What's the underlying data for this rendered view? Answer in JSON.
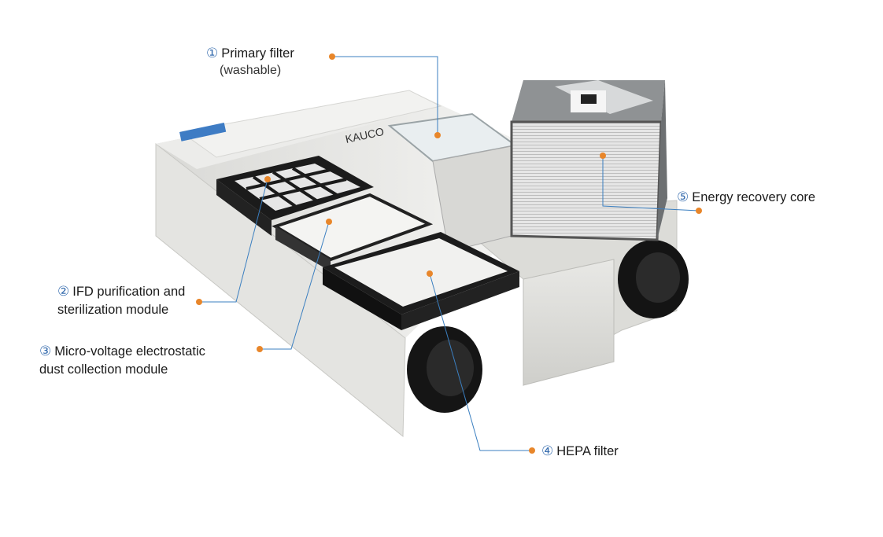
{
  "callouts": [
    {
      "num": "①",
      "text": "Primary filter",
      "sub": "(washable)"
    },
    {
      "num": "②",
      "text": "IFD purification and",
      "line2": "sterilization module"
    },
    {
      "num": "③",
      "text": "Micro-voltage electrostatic",
      "line2": "dust collection module"
    },
    {
      "num": "④",
      "text": "HEPA filter"
    },
    {
      "num": "⑤",
      "text": "Energy recovery core"
    }
  ],
  "brand": "KAUCO",
  "colors": {
    "leader": "#3b7fc0",
    "dot": "#e8862a",
    "number": "#3a6fb0"
  }
}
